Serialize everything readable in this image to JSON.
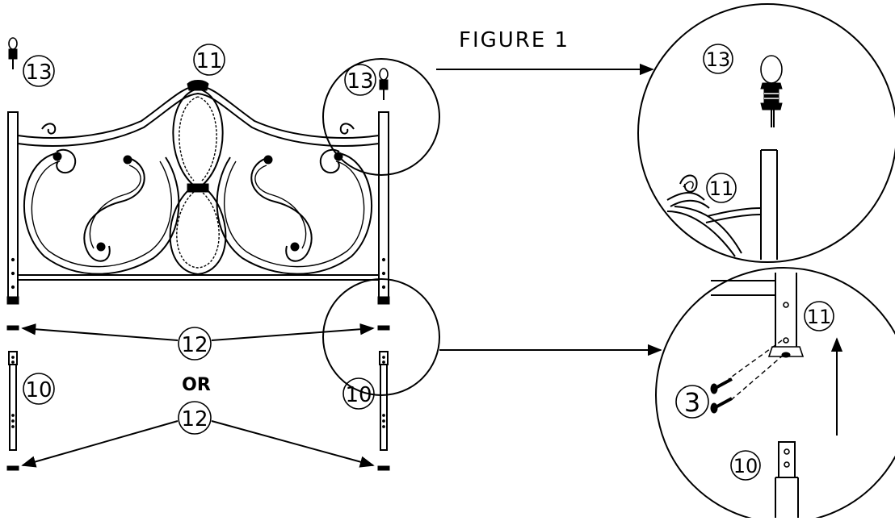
{
  "figure": {
    "title": "FIGURE 1",
    "or_label": "OR"
  },
  "callouts": {
    "c11_top": "11",
    "c13_left": "13",
    "c13_right": "13",
    "c12_upper": "12",
    "c12_lower": "12",
    "c10_left": "10",
    "c10_right": "10",
    "z1_c13": "13",
    "z1_c11": "11",
    "z2_c11": "11",
    "z2_c3": "3",
    "z2_c10": "10"
  }
}
